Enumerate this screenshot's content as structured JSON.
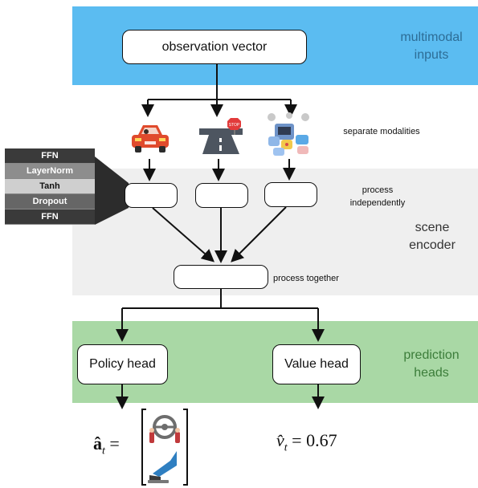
{
  "bands": {
    "inputs_label": "multimodal inputs",
    "encoder_label": "scene encoder",
    "heads_label": "prediction heads"
  },
  "boxes": {
    "observation": "observation vector",
    "policy": "Policy head",
    "value": "Value head"
  },
  "notes": {
    "separate": "separate modalities",
    "independent": "process independently",
    "together": "process together"
  },
  "stack_layers": [
    "FFN",
    "LayerNorm",
    "Tanh",
    "Dropout",
    "FFN"
  ],
  "math": {
    "action_lhs": "â",
    "action_sub": "t",
    "equals": "=",
    "value_lhs": "v̂",
    "value_sub": "t",
    "value_rhs": "= 0.67"
  },
  "icons": {
    "stop_sign_text": "STOP"
  },
  "colors": {
    "inputs_band": "#5bbcf1",
    "encoder_band": "#efefef",
    "heads_band": "#a9d8a5"
  }
}
